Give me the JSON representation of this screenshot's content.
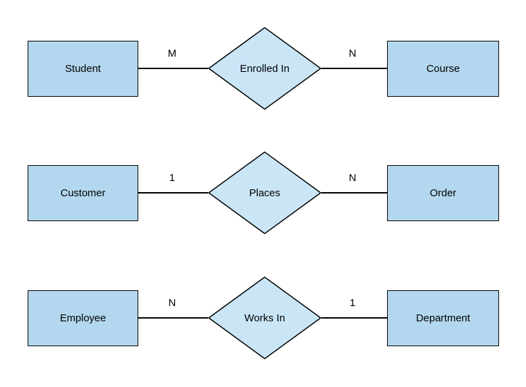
{
  "diagram": {
    "type": "entity-relationship",
    "colors": {
      "entity_fill": "#b3d7ee",
      "relation_fill": "#c9e5f6",
      "stroke": "#000000",
      "text": "#000000",
      "background": "#ffffff"
    },
    "rows": [
      {
        "left_entity": "Student",
        "left_cardinality": "M",
        "relationship": "Enrolled In",
        "right_cardinality": "N",
        "right_entity": "Course"
      },
      {
        "left_entity": "Customer",
        "left_cardinality": "1",
        "relationship": "Places",
        "right_cardinality": "N",
        "right_entity": "Order"
      },
      {
        "left_entity": "Employee",
        "left_cardinality": "N",
        "relationship": "Works In",
        "right_cardinality": "1",
        "right_entity": "Department"
      }
    ]
  }
}
